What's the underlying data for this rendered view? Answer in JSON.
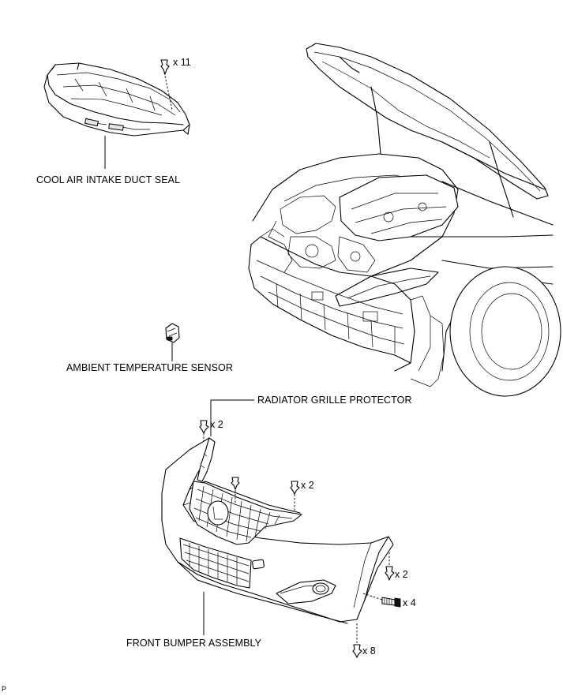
{
  "labels": {
    "cool_air_intake_duct_seal": "COOL AIR INTAKE DUCT SEAL",
    "ambient_temperature_sensor": "AMBIENT TEMPERATURE SENSOR",
    "radiator_grille_protector": "RADIATOR GRILLE PROTECTOR",
    "front_bumper_assembly": "FRONT BUMPER ASSEMBLY"
  },
  "quantities": {
    "duct_seal_clips": "x 11",
    "grille_protector_clips": "x 2",
    "bumper_top_clips": "x 2",
    "bumper_side_screws": "x 2",
    "bumper_side_bolts": "x 4",
    "bumper_bottom_clips": "x 8"
  },
  "corner_mark": "P"
}
